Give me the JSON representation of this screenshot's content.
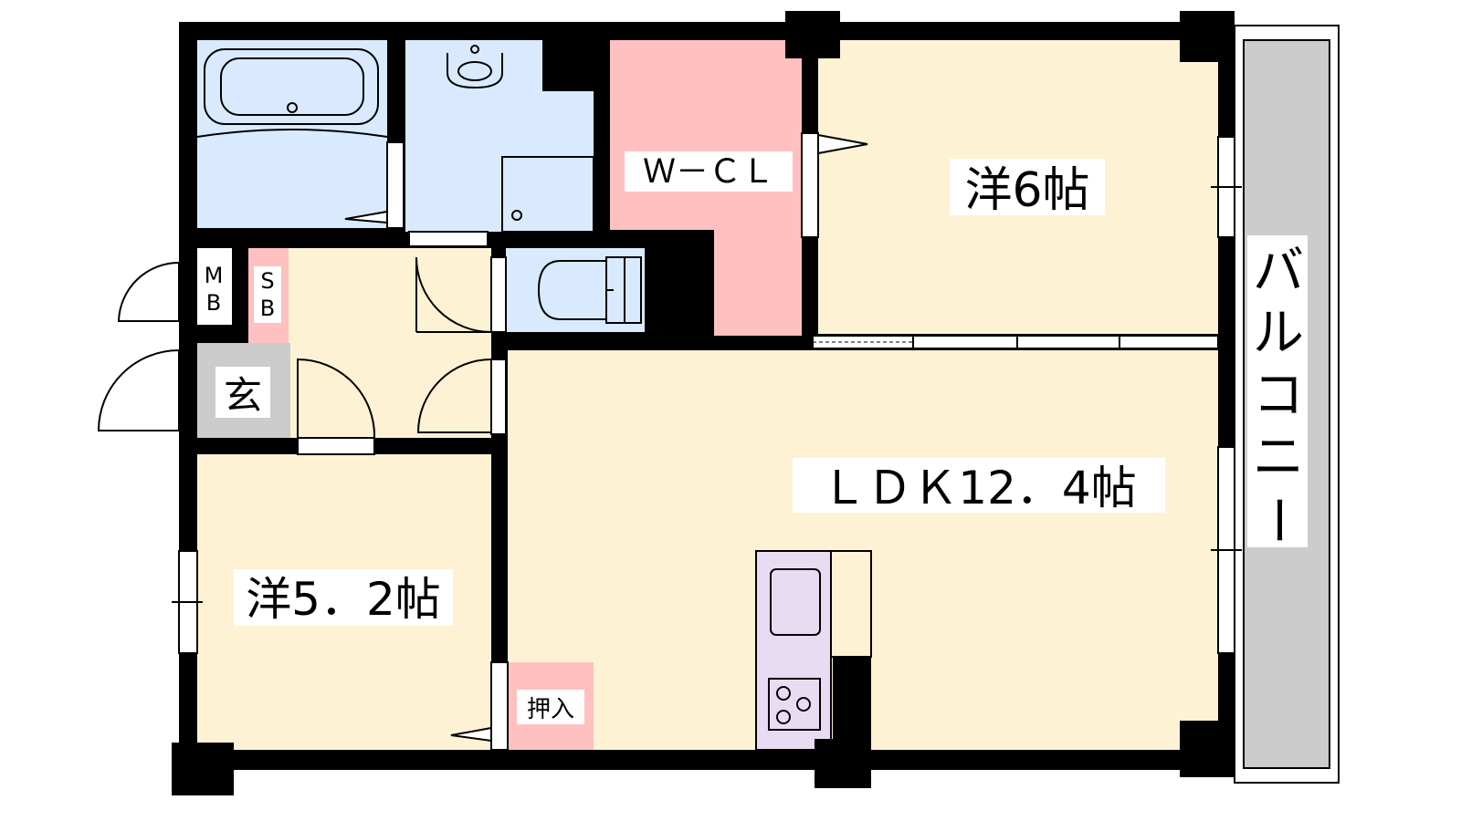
{
  "plan": {
    "rooms": {
      "western_6": "洋6帖",
      "ldk": "ＬＤＫ12．4帖",
      "western_52": "洋5．2帖",
      "wcl": "Ｗ－ＣＬ",
      "closet": "押入",
      "genkan": "玄",
      "mb_line1": "M",
      "mb_line2": "B",
      "sb_line1": "S",
      "sb_line2": "B"
    },
    "balcony_chars": [
      "バ",
      "ル",
      "コ",
      "ニ",
      "ー"
    ],
    "colors": {
      "wet_area": "#d9eaff",
      "room": "#fdf2d4",
      "closet": "#ffc0c0",
      "genkan": "#cccccc",
      "kitchen": "#e8dcf2",
      "balcony": "#cccccc",
      "wall": "#000000"
    }
  }
}
